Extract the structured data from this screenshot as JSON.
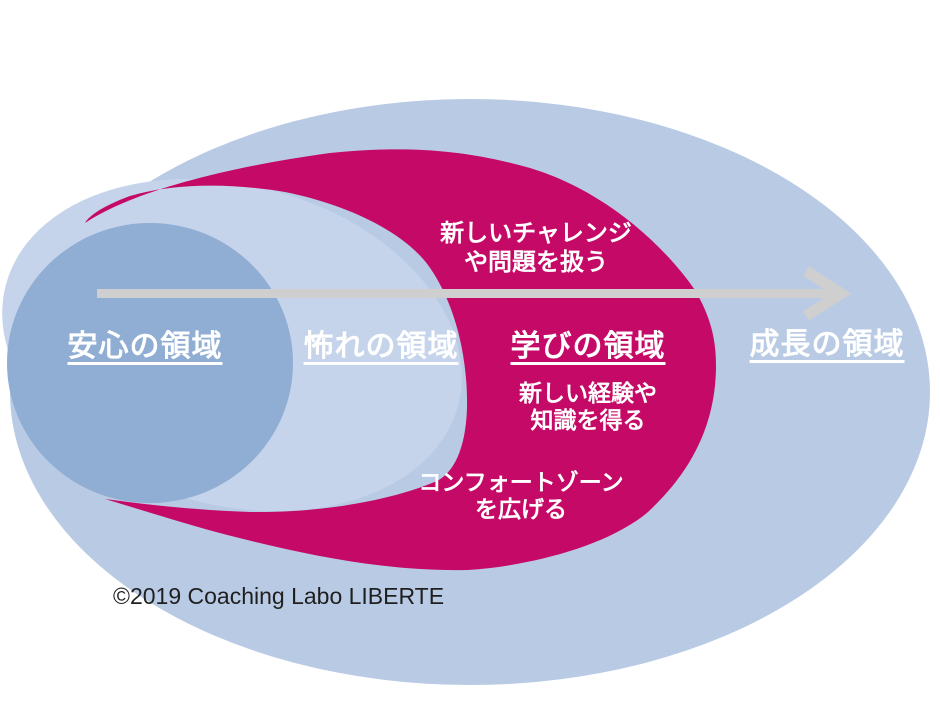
{
  "diagram": {
    "description_zones": [
      {
        "id": "safety",
        "label": "安心の領域"
      },
      {
        "id": "fear",
        "label": "怖れの領域"
      },
      {
        "id": "learning",
        "label": "学びの領域"
      },
      {
        "id": "growth",
        "label": "成長の領域"
      }
    ],
    "annotations": {
      "challenge_line1": "新しいチャレンジ",
      "challenge_line2": "や問題を扱う",
      "experience_line1": "新しい経験や",
      "experience_line2": "知識を得る",
      "comfort_line1": "コンフォートゾーン",
      "comfort_line2": "を広げる"
    },
    "copyright": "©2019 Coaching Labo LIBERTE"
  },
  "colors": {
    "background": "#FFFFFF",
    "growth_zone_blue": "#B9CBE4",
    "fear_zone_blue": "#C5D4EB",
    "safety_zone_blue": "#90ADD3",
    "learning_zone_magenta": "#C50967",
    "arrow_gray": "#CFCFCF",
    "label_text": "#FFFFFF",
    "copyright_text": "#1F1F1F"
  }
}
